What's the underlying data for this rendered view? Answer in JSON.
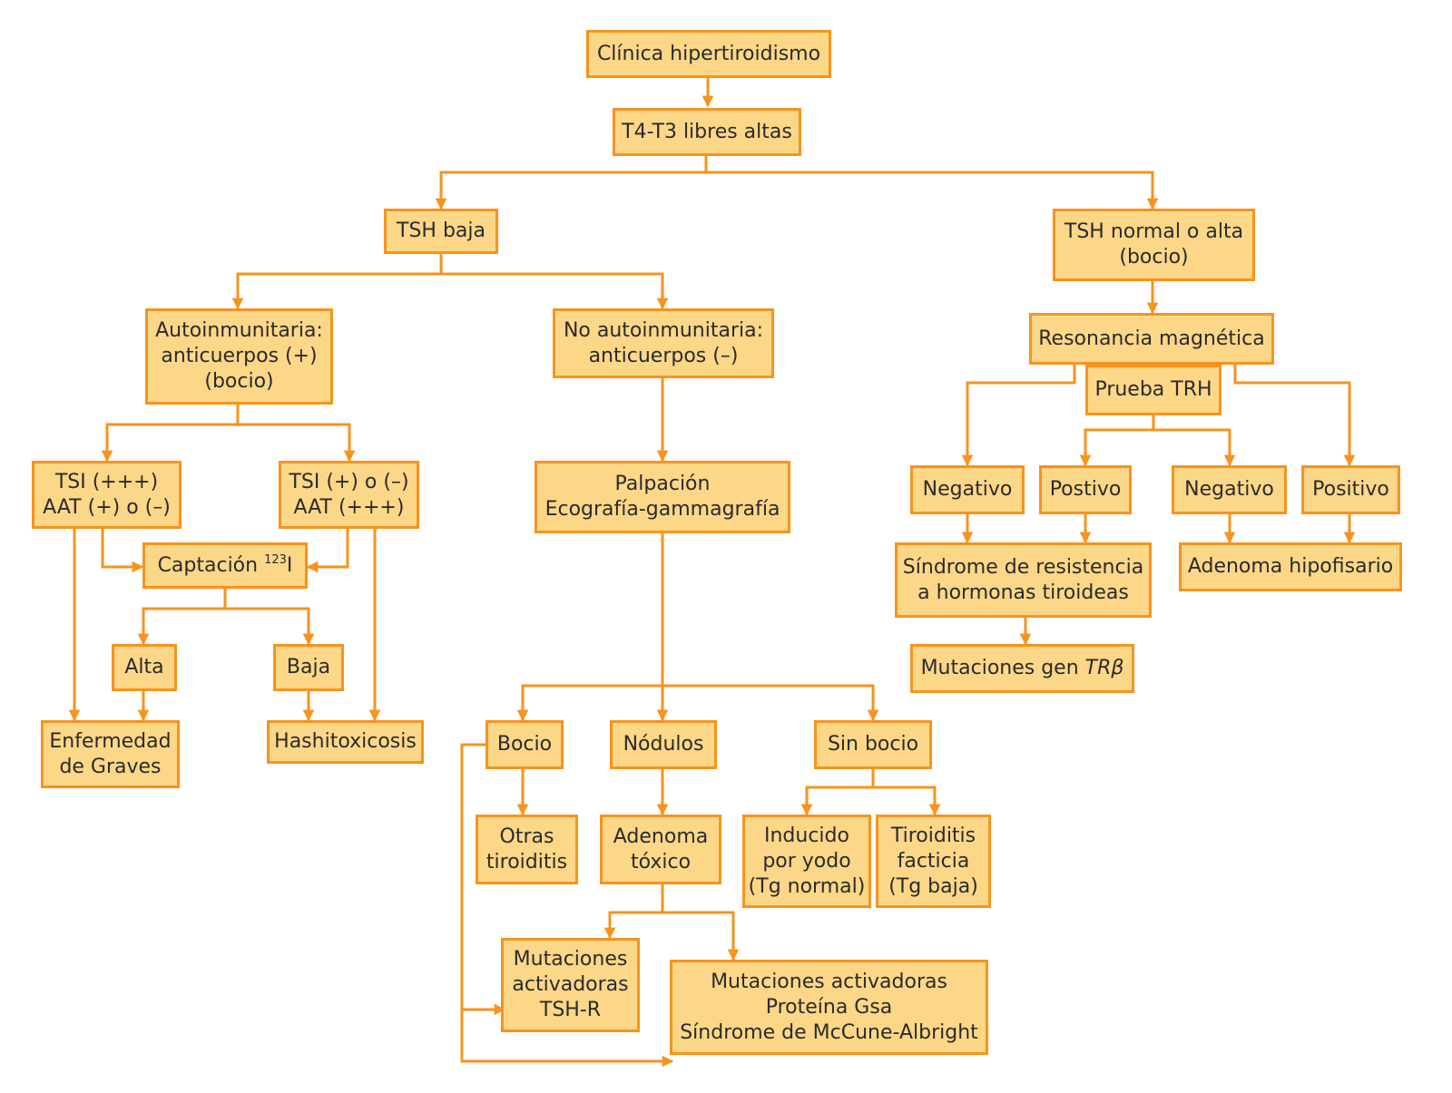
{
  "colors": {
    "box_fill": "#fcd788",
    "box_border": "#f7931e",
    "arrow": "#f7931e",
    "text": "#2b2b2b"
  },
  "nodes": {
    "clinica": "Clínica hipertiroidismo",
    "t4t3": "T4-T3 libres altas",
    "tsh_baja": "TSH baja",
    "tsh_normal": "TSH normal o alta\n(bocio)",
    "autoinmune": "Autoinmunitaria:\nanticuerpos (+)\n(bocio)",
    "no_autoinmune": "No autoinmunitaria:\nanticuerpos (–)",
    "resonancia": "Resonancia magnética",
    "prueba_trh": "Prueba TRH",
    "tsi_alto": "TSI (+++)\nAAT (+) o (–)",
    "tsi_bajo": "TSI (+) o (–)\nAAT (+++)",
    "captacion_text": "Captación ",
    "captacion_sup": "123",
    "captacion_el": "I",
    "palpacion": "Palpación\nEcografía-gammagrafía",
    "negativo_1": "Negativo",
    "postivo": "Postivo",
    "negativo_2": "Negativo",
    "positivo": "Positivo",
    "sindrome_resistencia": "Síndrome de resistencia\na hormonas tiroideas",
    "adenoma_hipofisario": "Adenoma hipofisario",
    "mutaciones_gen_text": "Mutaciones gen ",
    "mutaciones_gen_italic": "TRβ",
    "alta": "Alta",
    "baja": "Baja",
    "graves": "Enfermedad\nde Graves",
    "hashitoxicosis": "Hashitoxicosis",
    "bocio": "Bocio",
    "nodulos": "Nódulos",
    "sin_bocio": "Sin bocio",
    "otras_tiroiditis": "Otras\ntiroiditis",
    "adenoma_toxico": "Adenoma\ntóxico",
    "inducido_yodo": "Inducido\npor yodo\n(Tg normal)",
    "tiroiditis_facticia": "Tiroiditis\nfacticia\n(Tg baja)",
    "mutaciones_tshr": "Mutaciones\nactivadoras\nTSH-R",
    "mutaciones_gsa": "Mutaciones activadoras\nProteína Gsa\nSíndrome de McCune-Albright"
  }
}
